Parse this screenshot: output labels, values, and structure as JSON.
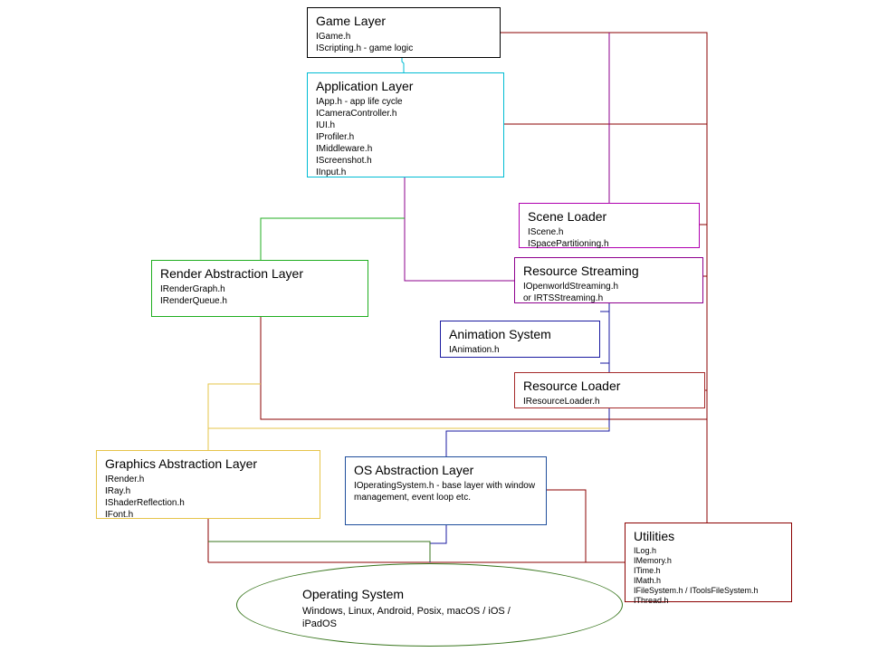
{
  "colors": {
    "game": "#000000",
    "application": "#00bcd4",
    "render": "#1fae1f",
    "graphics": "#e6c44a",
    "os_abstraction": "#1f4e9c",
    "scene": "#b000b0",
    "streaming": "#8e008e",
    "animation": "#1a1aa0",
    "resource_loader": "#a52a2a",
    "utilities": "#8b0000",
    "operating_system": "#38761d"
  },
  "boxes": {
    "game": {
      "title": "Game Layer",
      "lines": [
        {
          "text": "IGame.h",
          "note": ""
        },
        {
          "text": "IScripting.h",
          "note": " - game logic"
        }
      ]
    },
    "application": {
      "title": "Application Layer",
      "lines": [
        {
          "text": "IApp.h",
          "note": " - app life cycle"
        },
        {
          "text": "ICameraController.h"
        },
        {
          "text": "IUI.h"
        },
        {
          "text": "IProfiler.h"
        },
        {
          "text": "IMiddleware.h"
        },
        {
          "text": "IScreenshot.h"
        },
        {
          "text": "IInput.h"
        }
      ]
    },
    "scene_loader": {
      "title": "Scene Loader",
      "lines": [
        {
          "text": "IScene.h"
        },
        {
          "text": "ISpacePartitioning.h"
        }
      ]
    },
    "resource_streaming": {
      "title": "Resource Streaming",
      "lines": [
        {
          "text": "IOpenworldStreaming.h"
        },
        {
          "text": "or IRTSStreaming.h"
        }
      ]
    },
    "render_abstraction": {
      "title": "Render Abstraction Layer",
      "lines": [
        {
          "text": "IRenderGraph.h"
        },
        {
          "text": "IRenderQueue.h"
        }
      ]
    },
    "animation": {
      "title": "Animation System",
      "lines": [
        {
          "text": "IAnimation.h"
        }
      ]
    },
    "resource_loader": {
      "title": "Resource Loader",
      "lines": [
        {
          "text": "IResourceLoader.h"
        }
      ]
    },
    "graphics_abstraction": {
      "title": "Graphics Abstraction Layer",
      "lines": [
        {
          "text": "IRender.h"
        },
        {
          "text": "IRay.h"
        },
        {
          "text": "IShaderReflection.h"
        },
        {
          "text": "IFont.h"
        }
      ]
    },
    "os_abstraction": {
      "title": "OS Abstraction Layer",
      "lines": [
        {
          "text": "IOperatingSystem.h - base layer with window"
        },
        {
          "text": "management, event loop etc."
        }
      ]
    },
    "utilities": {
      "title": "Utilities",
      "lines": [
        {
          "text": "ILog.h"
        },
        {
          "text": "IMemory.h"
        },
        {
          "text": "ITime.h"
        },
        {
          "text": "IMath.h"
        },
        {
          "text": "IFileSystem.h / IToolsFileSystem.h"
        },
        {
          "text": "IThread.h"
        }
      ]
    }
  },
  "operating_system": {
    "title": "Operating System",
    "description": "Windows, Linux, Android, Posix, macOS / iOS / iPadOS"
  }
}
